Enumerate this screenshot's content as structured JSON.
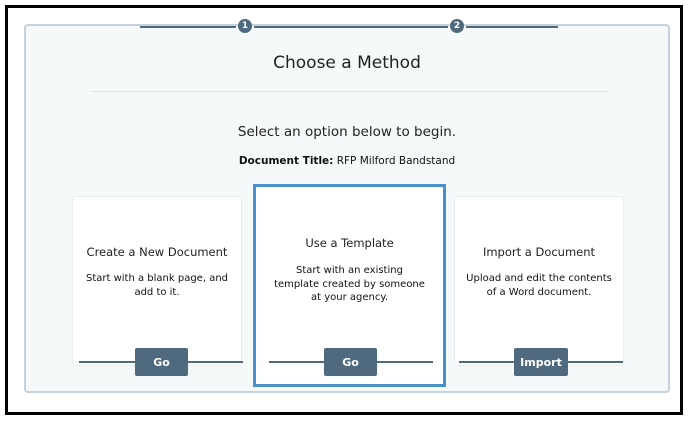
{
  "stepper": {
    "steps": [
      {
        "number": "1"
      },
      {
        "number": "2"
      }
    ]
  },
  "page": {
    "title": "Choose a Method",
    "subtitle": "Select an option below to begin.",
    "document_title_label": "Document Title:",
    "document_title_value": " RFP Milford Bandstand"
  },
  "options": [
    {
      "heading": "Create a New Document",
      "description": "Start with a blank page, and add to it.",
      "button_label": "Go",
      "selected": false
    },
    {
      "heading": "Use a Template",
      "description": "Start with an existing template created by someone at your agency.",
      "button_label": "Go",
      "selected": true
    },
    {
      "heading": "Import a Document",
      "description": "Upload and edit the contents of a Word document.",
      "button_label": "Import",
      "selected": false
    }
  ],
  "colors": {
    "accent": "#4f6a7f",
    "selected_border": "#4a90cc",
    "panel_bg": "#f6f9fa"
  }
}
